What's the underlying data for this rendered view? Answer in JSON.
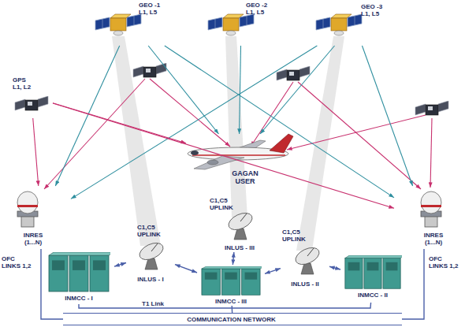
{
  "diagram": {
    "nodes": [
      {
        "text": [
          "GEO -1",
          "L1, L5"
        ]
      },
      {
        "text": [
          "GEO -2",
          "L1, L5"
        ]
      },
      {
        "text": [
          "GEO -3",
          "L1, L5"
        ]
      },
      {
        "text": [
          "GPS",
          "L1, L2"
        ]
      },
      {
        "text": [
          "GAGAN USER"
        ]
      },
      {
        "text": [
          "INRES (1...N)"
        ]
      },
      {
        "text": [
          "INRES (1...N)"
        ]
      },
      {
        "text": [
          "C1,C5 UPLINK",
          "INLUS - III"
        ]
      },
      {
        "text": [
          "C1,C5 UPLINK",
          "INLUS - I"
        ]
      },
      {
        "text": [
          "C1,C5 UPLINK",
          "INLUS - II"
        ]
      },
      {
        "text": [
          "INMCC - I"
        ]
      },
      {
        "text": [
          "INMCC - III"
        ]
      },
      {
        "text": [
          "INMCC - II"
        ]
      },
      {
        "text": [
          "COMMUNICATION NETWORK"
        ]
      }
    ],
    "edges": [
      {
        "from": 0,
        "to": 5,
        "arrow": "to"
      },
      {
        "from": 0,
        "to": 4,
        "arrow": "to"
      },
      {
        "from": 0,
        "to": 6,
        "arrow": "to"
      },
      {
        "from": 1,
        "to": 4,
        "arrow": "to"
      },
      {
        "from": 2,
        "to": 4,
        "arrow": "to"
      },
      {
        "from": 2,
        "to": 5,
        "arrow": "to"
      },
      {
        "from": 2,
        "to": 6,
        "arrow": "to"
      },
      {
        "from": 3,
        "to": 4,
        "arrow": "to"
      },
      {
        "from": 3,
        "to": 5,
        "arrow": "to"
      },
      {
        "from": 3,
        "to": 6,
        "arrow": "to"
      },
      {
        "from": 5,
        "to": 13,
        "label": "OFC LINKS 1,2",
        "arrow": "none"
      },
      {
        "from": 6,
        "to": 13,
        "label": "OFC LINKS 1,2",
        "arrow": "none"
      },
      {
        "from": 10,
        "to": 8,
        "arrow": "both"
      },
      {
        "from": 8,
        "to": 11,
        "arrow": "both"
      },
      {
        "from": 7,
        "to": 11,
        "arrow": "both"
      },
      {
        "from": 11,
        "to": 9,
        "arrow": "both"
      },
      {
        "from": 9,
        "to": 12,
        "arrow": "both"
      },
      {
        "from": 10,
        "to": 12,
        "label": "T1 Link",
        "arrow": "none"
      },
      {
        "from": 11,
        "to": 13,
        "arrow": "none"
      }
    ]
  }
}
